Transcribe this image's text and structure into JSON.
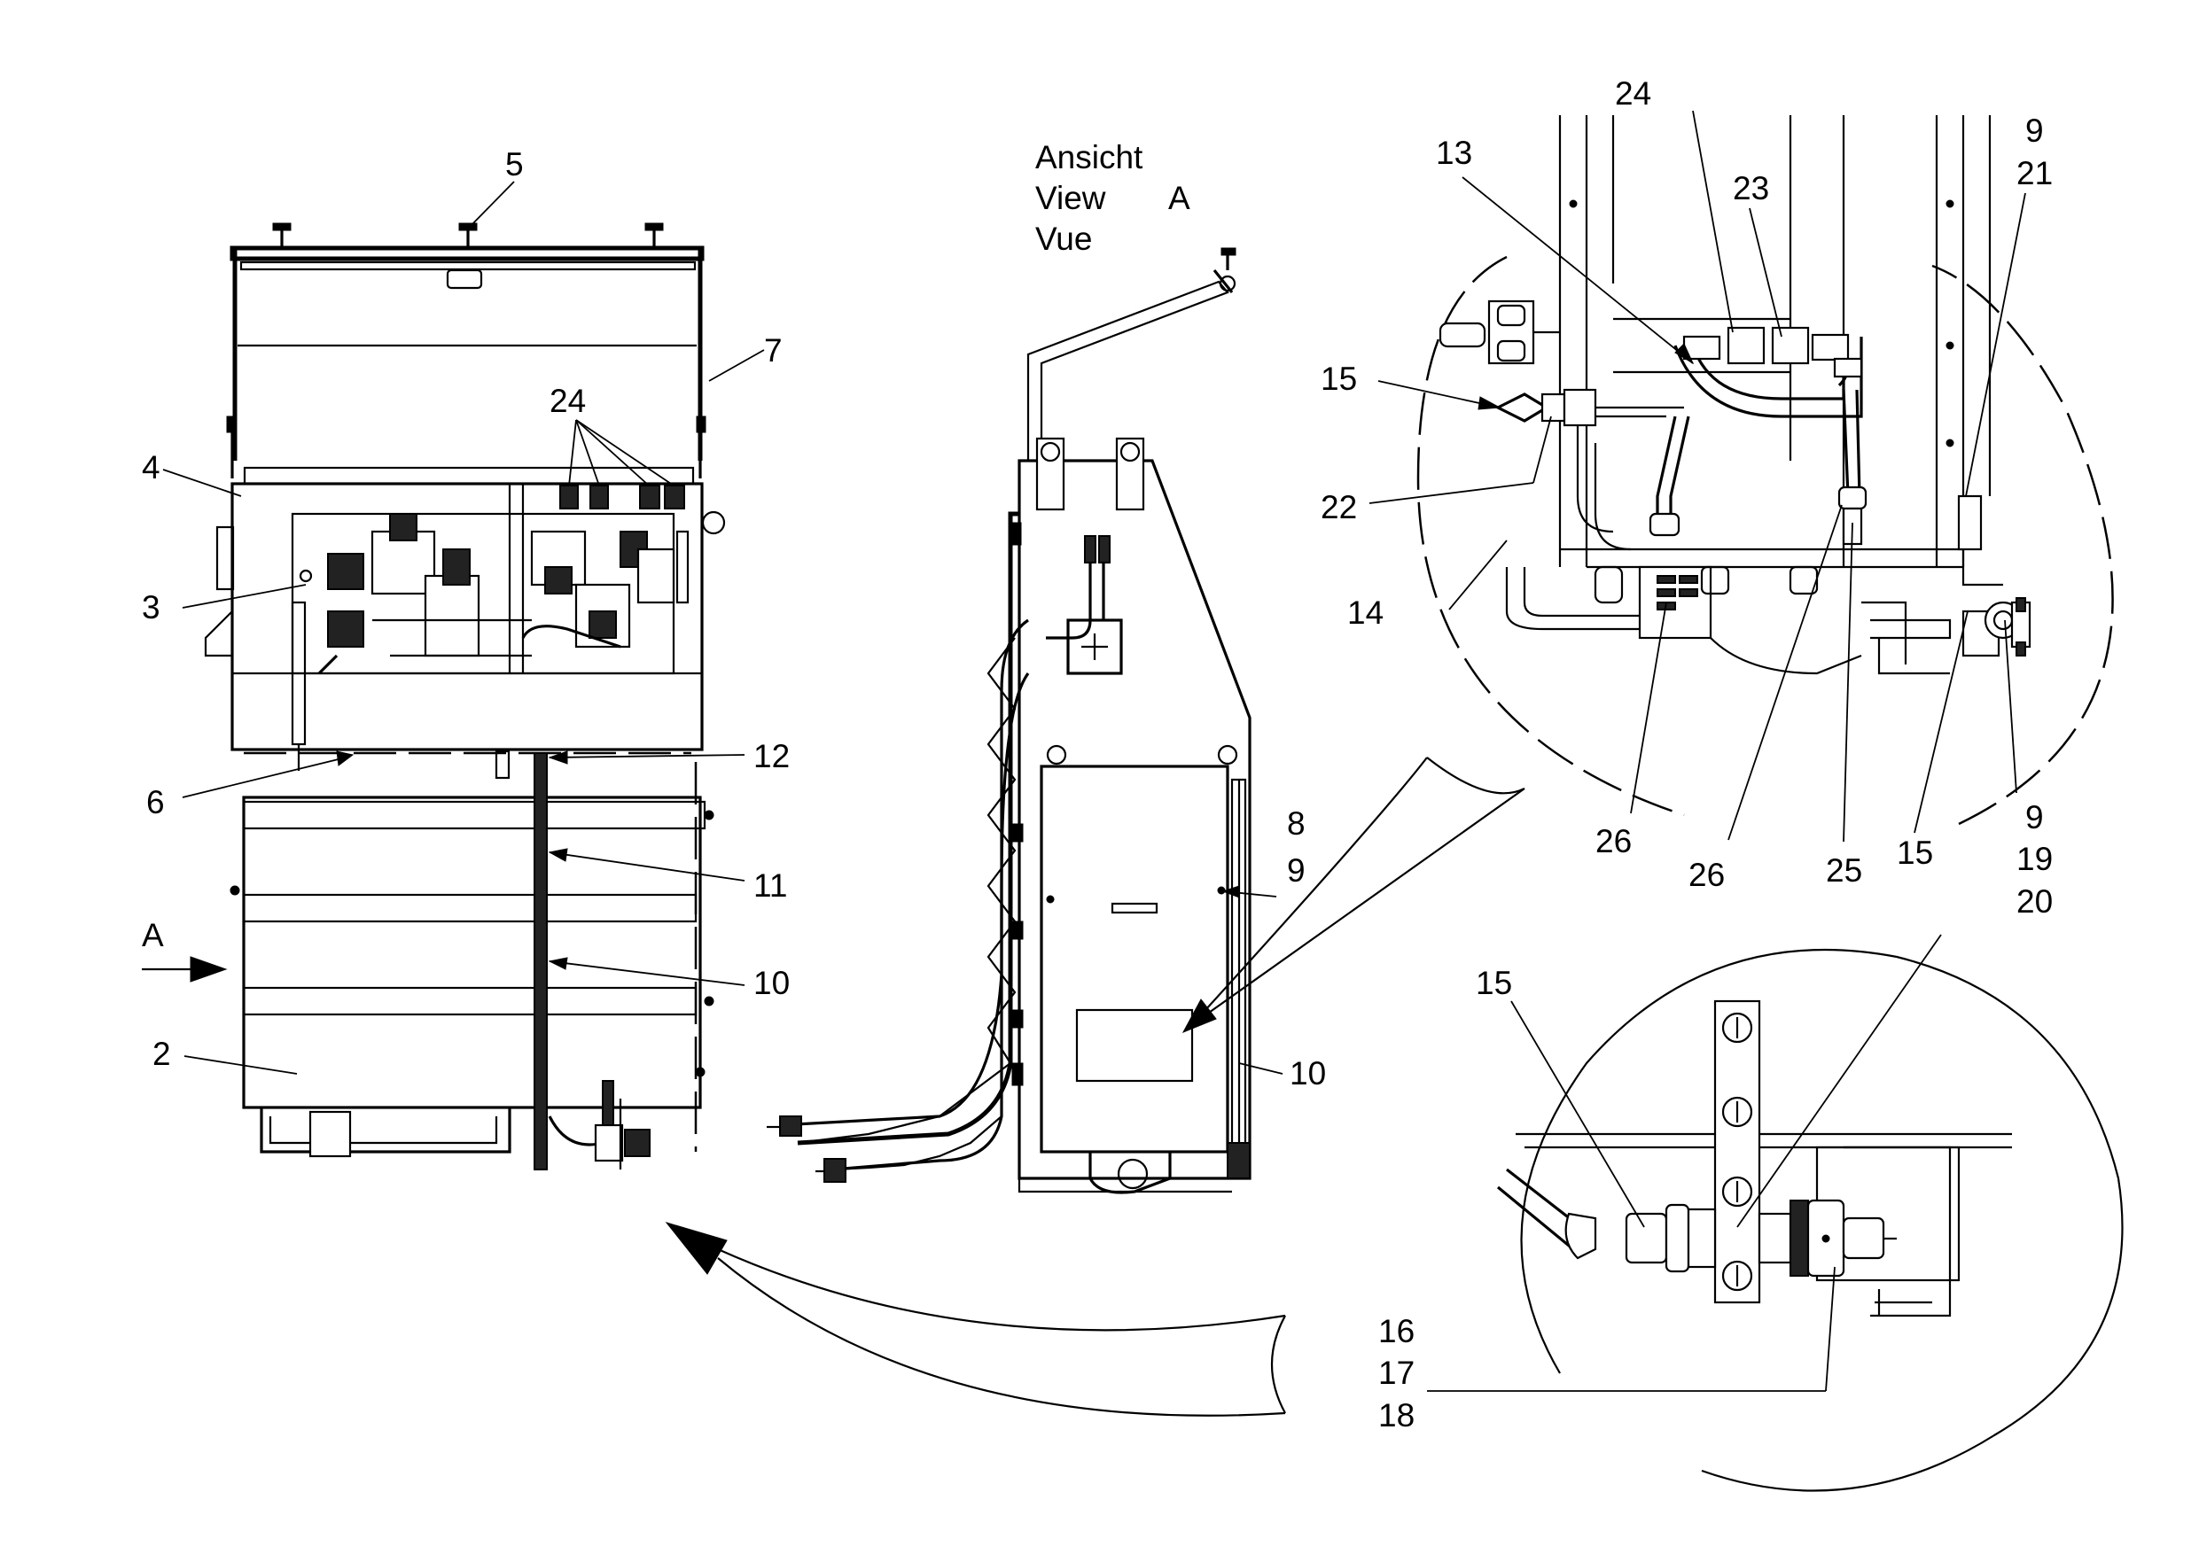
{
  "view_label": {
    "line1": "Ansicht",
    "line2": "View",
    "line3": "Vue",
    "letter": "A"
  },
  "arrow_label": "A",
  "callouts": [
    {
      "id": "c5",
      "text": "5"
    },
    {
      "id": "c7",
      "text": "7"
    },
    {
      "id": "c24a",
      "text": "24"
    },
    {
      "id": "c4",
      "text": "4"
    },
    {
      "id": "c3",
      "text": "3"
    },
    {
      "id": "c6",
      "text": "6"
    },
    {
      "id": "c12",
      "text": "12"
    },
    {
      "id": "c11",
      "text": "11"
    },
    {
      "id": "c10a",
      "text": "10"
    },
    {
      "id": "c2",
      "text": "2"
    },
    {
      "id": "c8",
      "text": "8"
    },
    {
      "id": "c9a",
      "text": "9"
    },
    {
      "id": "c10b",
      "text": "10"
    },
    {
      "id": "c24b",
      "text": "24"
    },
    {
      "id": "c13",
      "text": "13"
    },
    {
      "id": "c23",
      "text": "23"
    },
    {
      "id": "c9b",
      "text": "9"
    },
    {
      "id": "c21",
      "text": "21"
    },
    {
      "id": "c15a",
      "text": "15"
    },
    {
      "id": "c22",
      "text": "22"
    },
    {
      "id": "c14",
      "text": "14"
    },
    {
      "id": "c26a",
      "text": "26"
    },
    {
      "id": "c26b",
      "text": "26"
    },
    {
      "id": "c25",
      "text": "25"
    },
    {
      "id": "c15b",
      "text": "15"
    },
    {
      "id": "c9c",
      "text": "9"
    },
    {
      "id": "c19",
      "text": "19"
    },
    {
      "id": "c20",
      "text": "20"
    },
    {
      "id": "c15c",
      "text": "15"
    },
    {
      "id": "c16",
      "text": "16"
    },
    {
      "id": "c17",
      "text": "17"
    },
    {
      "id": "c18",
      "text": "18"
    }
  ]
}
